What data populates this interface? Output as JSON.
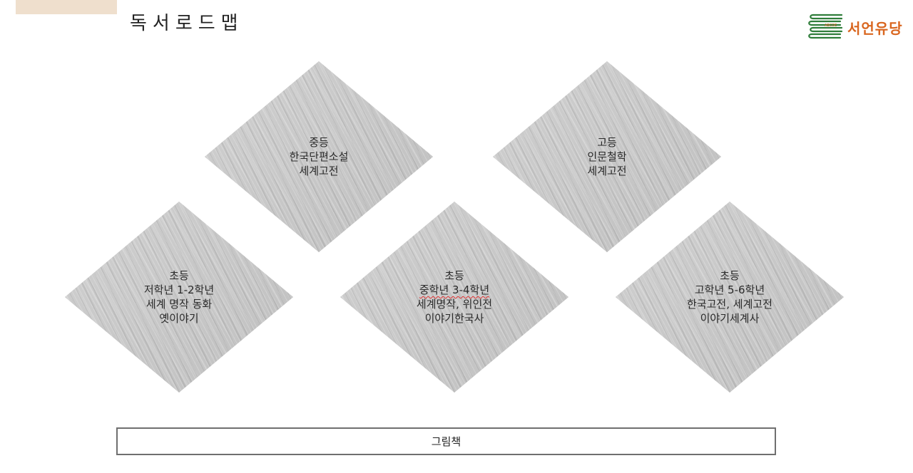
{
  "page": {
    "title": "독서로드맵",
    "logo_text": "서언유당",
    "logo_tiny_text": "ABCDE"
  },
  "colors": {
    "accent_bar": "#efdfcd",
    "logo_text": "#d9661f",
    "logo_books": "#2f7d3a",
    "diamond_fill": "#c9c9c9",
    "base_border": "#6f6f6f"
  },
  "diamonds": [
    {
      "lines": [
        "중등",
        "한국단편소설",
        "세계고전"
      ]
    },
    {
      "lines": [
        "고등",
        "인문철학",
        "세계고전"
      ]
    },
    {
      "lines": [
        "초등",
        "저학년 1-2학년",
        "세계 명작 동화",
        "옛이야기"
      ]
    },
    {
      "lines": [
        "초등",
        "중학년 3-4학년",
        "세계명작, 위인전",
        "이야기한국사"
      ]
    },
    {
      "lines": [
        "초등",
        "고학년 5-6학년",
        "한국고전, 세계고전",
        "이야기세계사"
      ]
    }
  ],
  "base_label": "그림책"
}
